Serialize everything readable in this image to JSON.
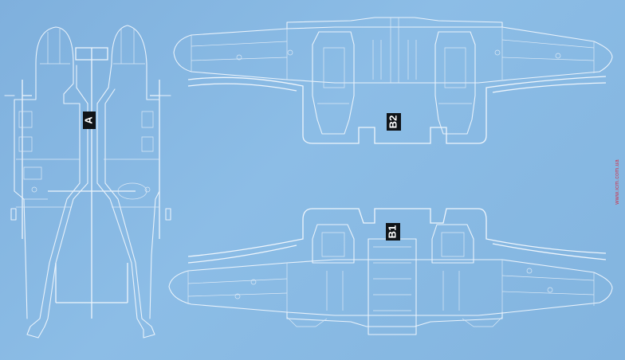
{
  "labels": {
    "sprue_a": "A",
    "sprue_b2": "B2",
    "sprue_b1": "B1"
  },
  "website": "www.icm.com.ua",
  "colors": {
    "background": "#85b7e1",
    "lines": "#e9f2fb",
    "label_box": "#101418",
    "website_text": "#d2304a"
  }
}
